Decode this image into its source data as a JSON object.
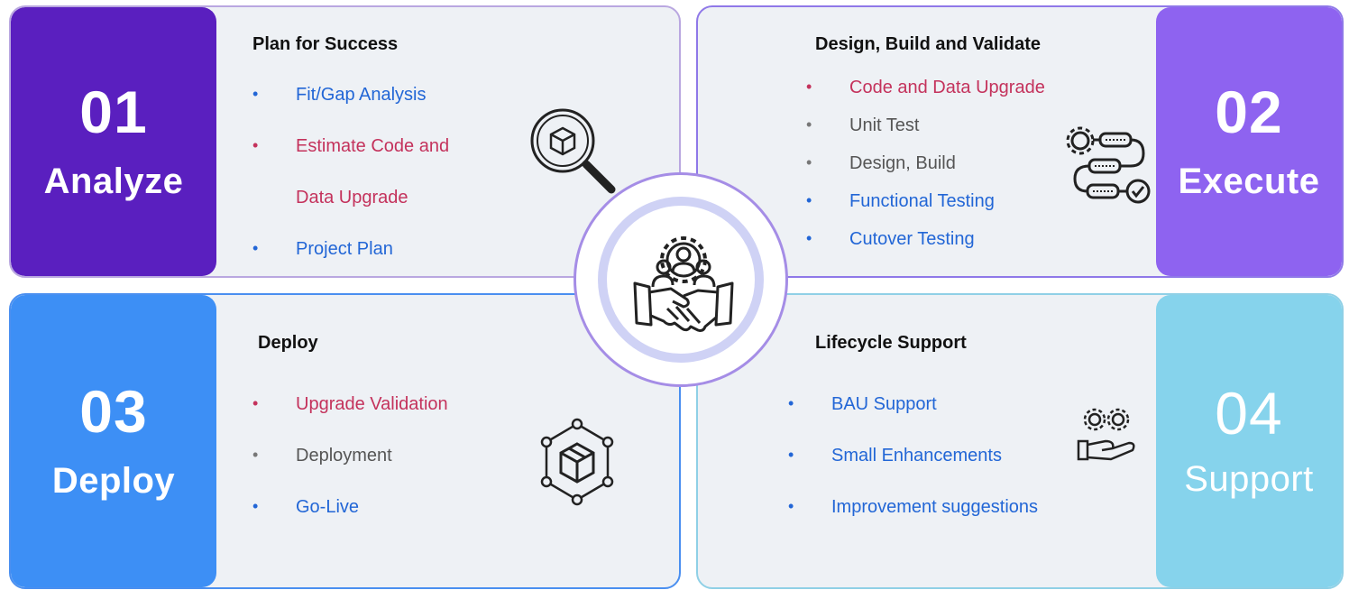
{
  "cards": [
    {
      "number": "01",
      "word": "Analyze",
      "title": "Plan for Success",
      "items": [
        {
          "text": "Fit/Gap Analysis",
          "color": "blue"
        },
        {
          "text": "Estimate Code and",
          "color": "red"
        },
        {
          "text": "Data Upgrade",
          "color": "red"
        },
        {
          "text": "Project Plan",
          "color": "blue"
        }
      ],
      "icon": "magnifier-cube-icon"
    },
    {
      "number": "02",
      "word": "Execute",
      "title": "Design, Build and Validate",
      "items": [
        {
          "text": "Code and Data Upgrade",
          "color": "red"
        },
        {
          "text": "Unit Test",
          "color": "gray"
        },
        {
          "text": "Design, Build",
          "color": "gray"
        },
        {
          "text": "Functional Testing",
          "color": "blue"
        },
        {
          "text": "Cutover Testing",
          "color": "blue"
        }
      ],
      "icon": "workflow-gear-icon"
    },
    {
      "number": "03",
      "word": "Deploy",
      "title": "Deploy",
      "items": [
        {
          "text": "Upgrade Validation",
          "color": "red"
        },
        {
          "text": "Deployment",
          "color": "gray"
        },
        {
          "text": "Go-Live",
          "color": "blue"
        }
      ],
      "icon": "package-network-icon"
    },
    {
      "number": "04",
      "word": "Support",
      "title": "Lifecycle Support",
      "items": [
        {
          "text": "BAU Support",
          "color": "blue"
        },
        {
          "text": "Small Enhancements",
          "color": "blue"
        },
        {
          "text": "Improvement suggestions",
          "color": "blue"
        }
      ],
      "icon": "hand-gears-icon"
    }
  ],
  "center_icon": "team-handshake-gear-icon",
  "colors": {
    "analyze": "#5a1fbf",
    "execute": "#8e63f0",
    "deploy": "#3d8ff5",
    "support": "#86d3ec",
    "red_text": "#c4325c",
    "blue_text": "#2266d6"
  }
}
